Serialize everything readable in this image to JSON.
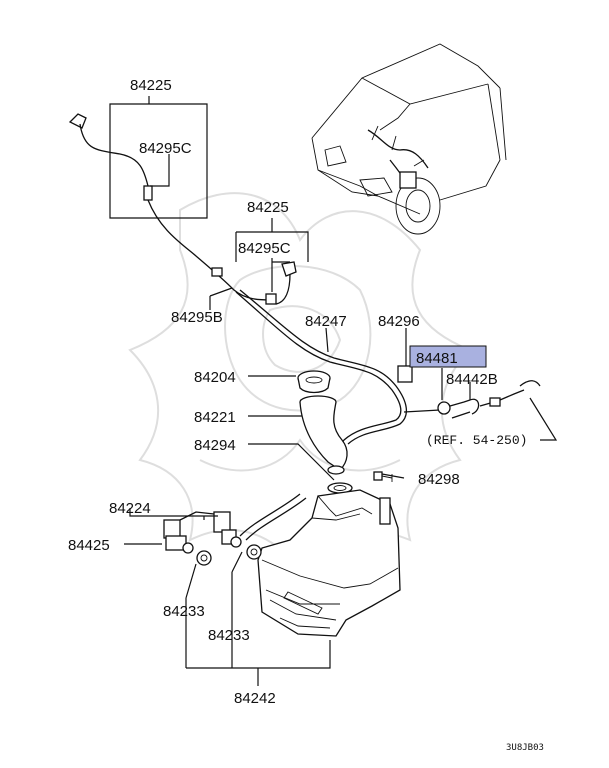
{
  "diagram": {
    "part_labels": {
      "p84225_top": "84225",
      "p84295C_top": "84295C",
      "p84225_mid": "84225",
      "p84295C_mid": "84295C",
      "p84295B": "84295B",
      "p84247": "84247",
      "p84296": "84296",
      "p84481": "84481",
      "p84442B": "84442B",
      "p84204": "84204",
      "p84221": "84221",
      "p84294": "84294",
      "p84298": "84298",
      "p84224": "84224",
      "p84425": "84425",
      "p84233_left": "84233",
      "p84233_right": "84233",
      "p84242": "84242"
    },
    "reference_note": "(REF. 54-250)",
    "drawing_code": "3U8JB03",
    "highlight_color": "#a9b1e0",
    "highlighted_part": "84481",
    "watermark_color": "#dedede"
  }
}
